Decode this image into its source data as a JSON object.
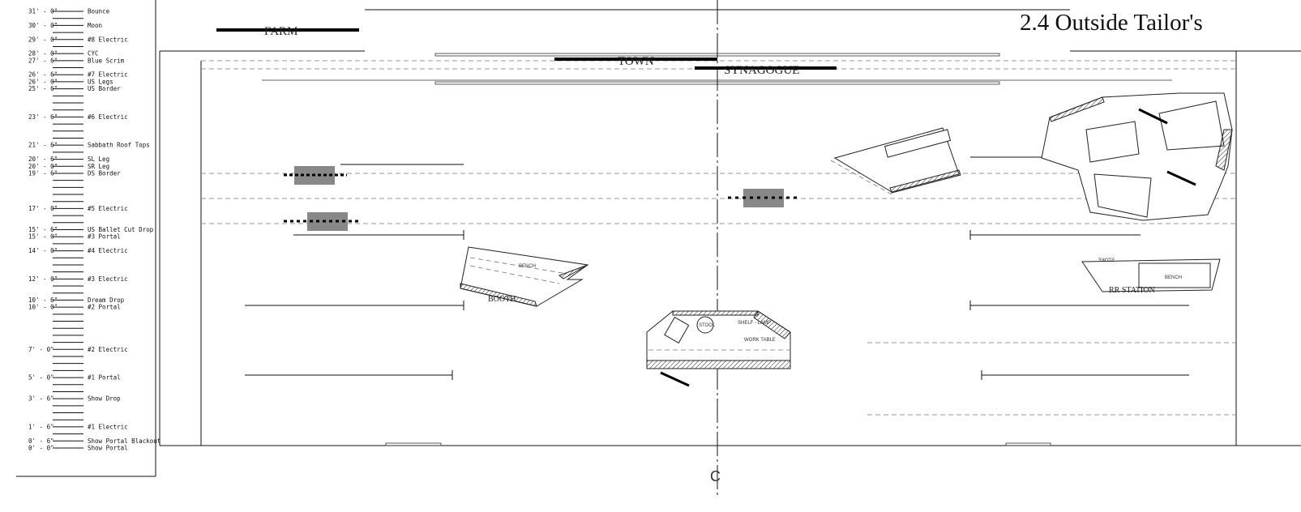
{
  "title": "2.4 Outside Tailor's",
  "centerline_label": "C",
  "areas": {
    "farm": "FARM",
    "town": "TOWN",
    "synagogue": "SYNAGOGUE"
  },
  "set_pieces": {
    "stool": "STOOL",
    "shelf_lamp": "SHELF - LAMP",
    "work_table": "WORK TABLE",
    "bench": "BENCH",
    "stoke": "STOKE",
    "rr_station": "RR STATION",
    "bench_left": "BENCH",
    "booth": "BOOTH"
  },
  "lineset": {
    "max_feet": 31,
    "items": [
      {
        "dim": "31' - 0\"",
        "feet": 31,
        "label": "Bounce"
      },
      {
        "dim": "30' - 0\"",
        "feet": 30,
        "label": "Moon"
      },
      {
        "dim": "29' - 0\"",
        "feet": 29,
        "label": "#8 Electric"
      },
      {
        "dim": "28' - 0\"",
        "feet": 28,
        "label": "CYC"
      },
      {
        "dim": "27' - 6\"",
        "feet": 27.5,
        "label": "Blue Scrim"
      },
      {
        "dim": "26' - 6\"",
        "feet": 26.5,
        "label": "#7 Electric"
      },
      {
        "dim": "26' - 0\"",
        "feet": 26,
        "label": "US Legs"
      },
      {
        "dim": "25' - 6\"",
        "feet": 25.5,
        "label": "US Border"
      },
      {
        "dim": "23' - 6\"",
        "feet": 23.5,
        "label": "#6 Electric"
      },
      {
        "dim": "21' - 6\"",
        "feet": 21.5,
        "label": "Sabbath Roof Tops"
      },
      {
        "dim": "20' - 6\"",
        "feet": 20.5,
        "label": "SL Leg"
      },
      {
        "dim": "20' - 0\"",
        "feet": 20,
        "label": "SR Leg"
      },
      {
        "dim": "19' - 6\"",
        "feet": 19.5,
        "label": "DS Border"
      },
      {
        "dim": "17' - 0\"",
        "feet": 17,
        "label": "#5 Electric"
      },
      {
        "dim": "15' - 6\"",
        "feet": 15.5,
        "label": "US Ballet Cut Drop"
      },
      {
        "dim": "15' - 0\"",
        "feet": 15,
        "label": "#3 Portal"
      },
      {
        "dim": "14' - 0\"",
        "feet": 14,
        "label": "#4 Electric"
      },
      {
        "dim": "12' - 0\"",
        "feet": 12,
        "label": "#3 Electric"
      },
      {
        "dim": "10' - 6\"",
        "feet": 10.5,
        "label": "Dream Drop"
      },
      {
        "dim": "10' - 0\"",
        "feet": 10,
        "label": "#2 Portal"
      },
      {
        "dim": "7' - 0\"",
        "feet": 7,
        "label": "#2 Electric"
      },
      {
        "dim": "5' - 0\"",
        "feet": 5,
        "label": "#1 Portal"
      },
      {
        "dim": "3' - 6\"",
        "feet": 3.5,
        "label": "Show Drop"
      },
      {
        "dim": "1' - 6\"",
        "feet": 1.5,
        "label": "#1 Electric"
      },
      {
        "dim": "0' - 6\"",
        "feet": 0.5,
        "label": "Show Portal Blackout"
      },
      {
        "dim": "0' - 0\"",
        "feet": 0,
        "label": "Show Portal"
      }
    ]
  }
}
